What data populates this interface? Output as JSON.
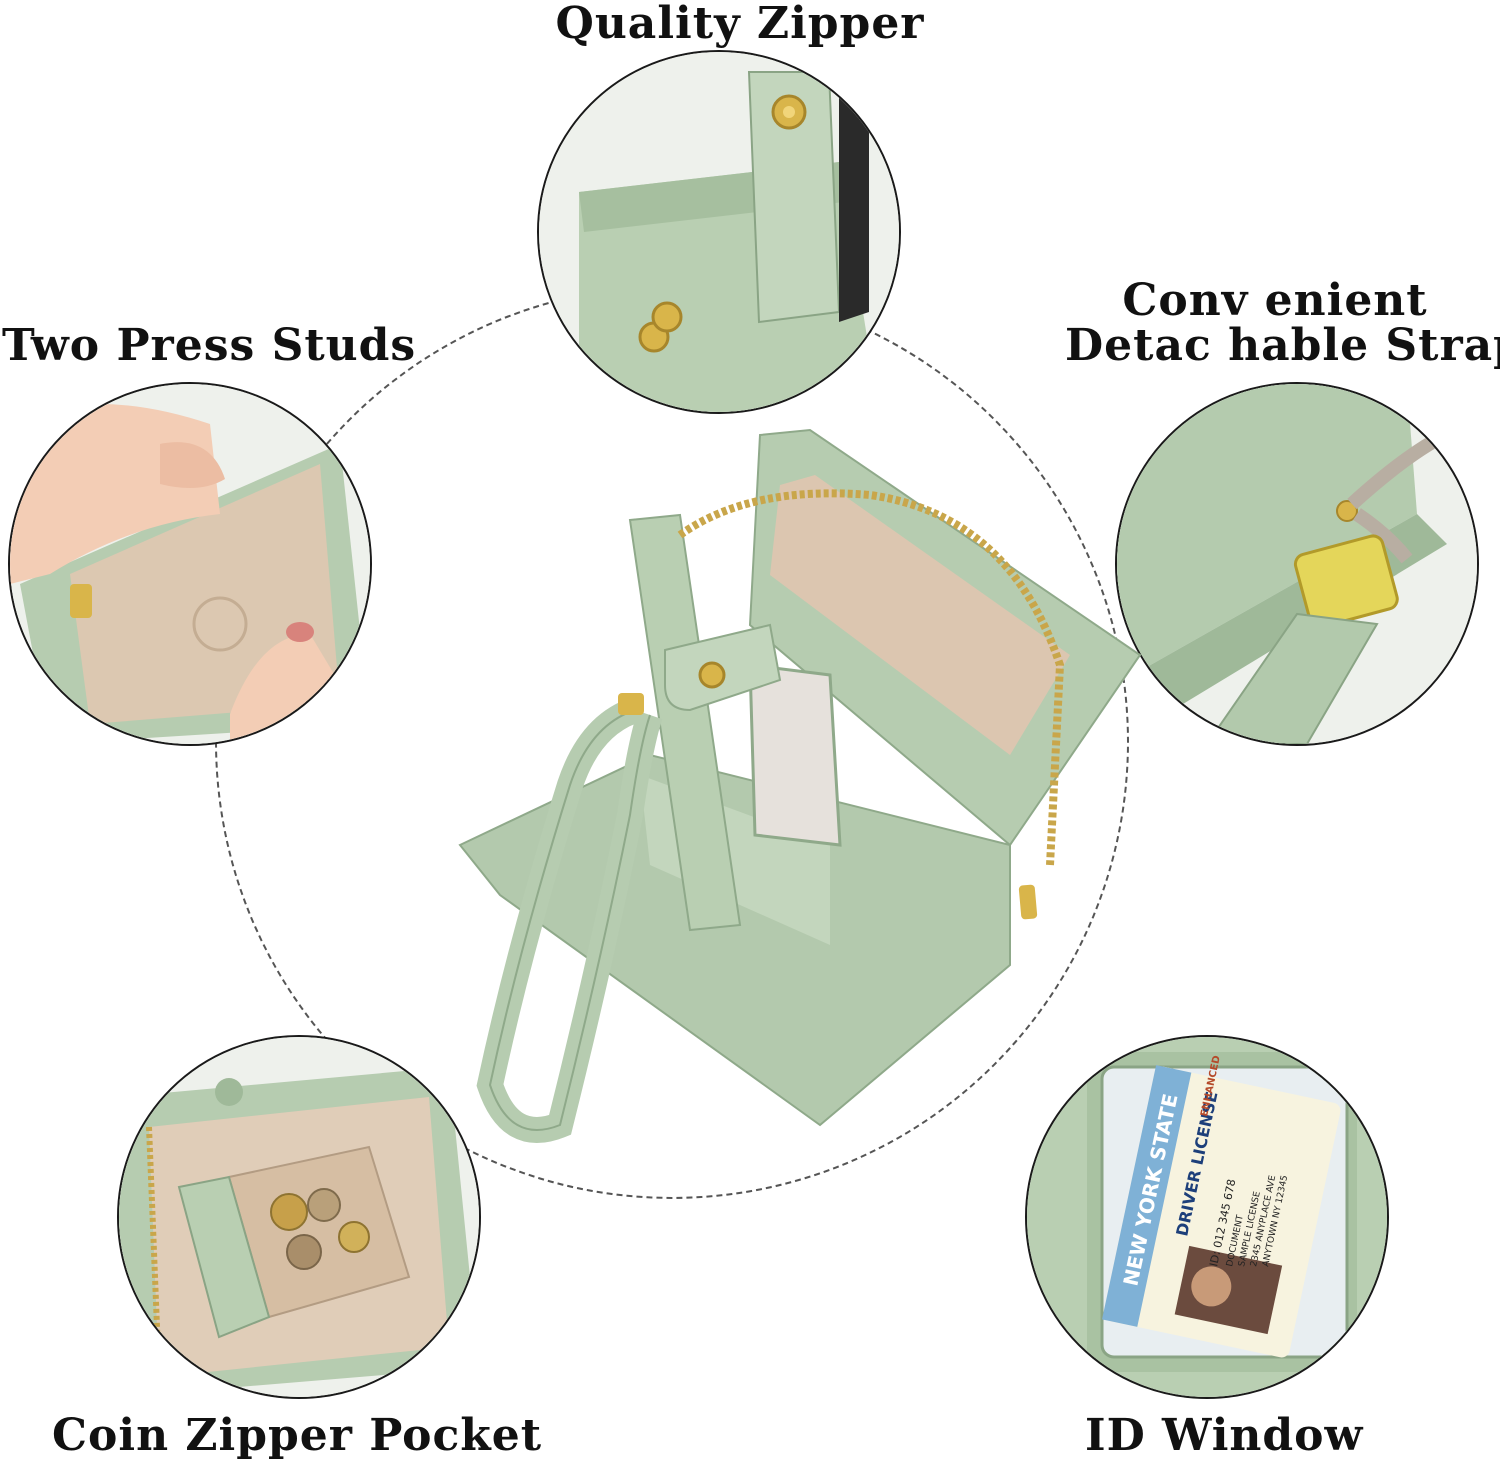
{
  "labels": {
    "top": "Quality Zipper",
    "left": "Two Press Studs",
    "right_line1": "Conv enient",
    "right_line2": "Detac hable Strap",
    "bottom_left": "Coin Zipper Pocket",
    "bottom_right": "ID Window"
  },
  "id_card": {
    "state": "NEW YORK STATE",
    "type": "DRIVER LICENSE",
    "enhanced": "ENHANCED",
    "id_number": "ID: 012 345 678",
    "doc_line": "DOCUMENT",
    "sample": "SAMPLE LICENSE",
    "address1": "2345 ANYPLACE AVE",
    "address2": "ANYTOWN NY 12345"
  },
  "colors": {
    "leather_green": "#b6ccb0",
    "leather_dark": "#8fa98a",
    "lining_tan": "#d9c6b2",
    "gold": "#d9b54a",
    "outline": "#1a1a1a"
  }
}
